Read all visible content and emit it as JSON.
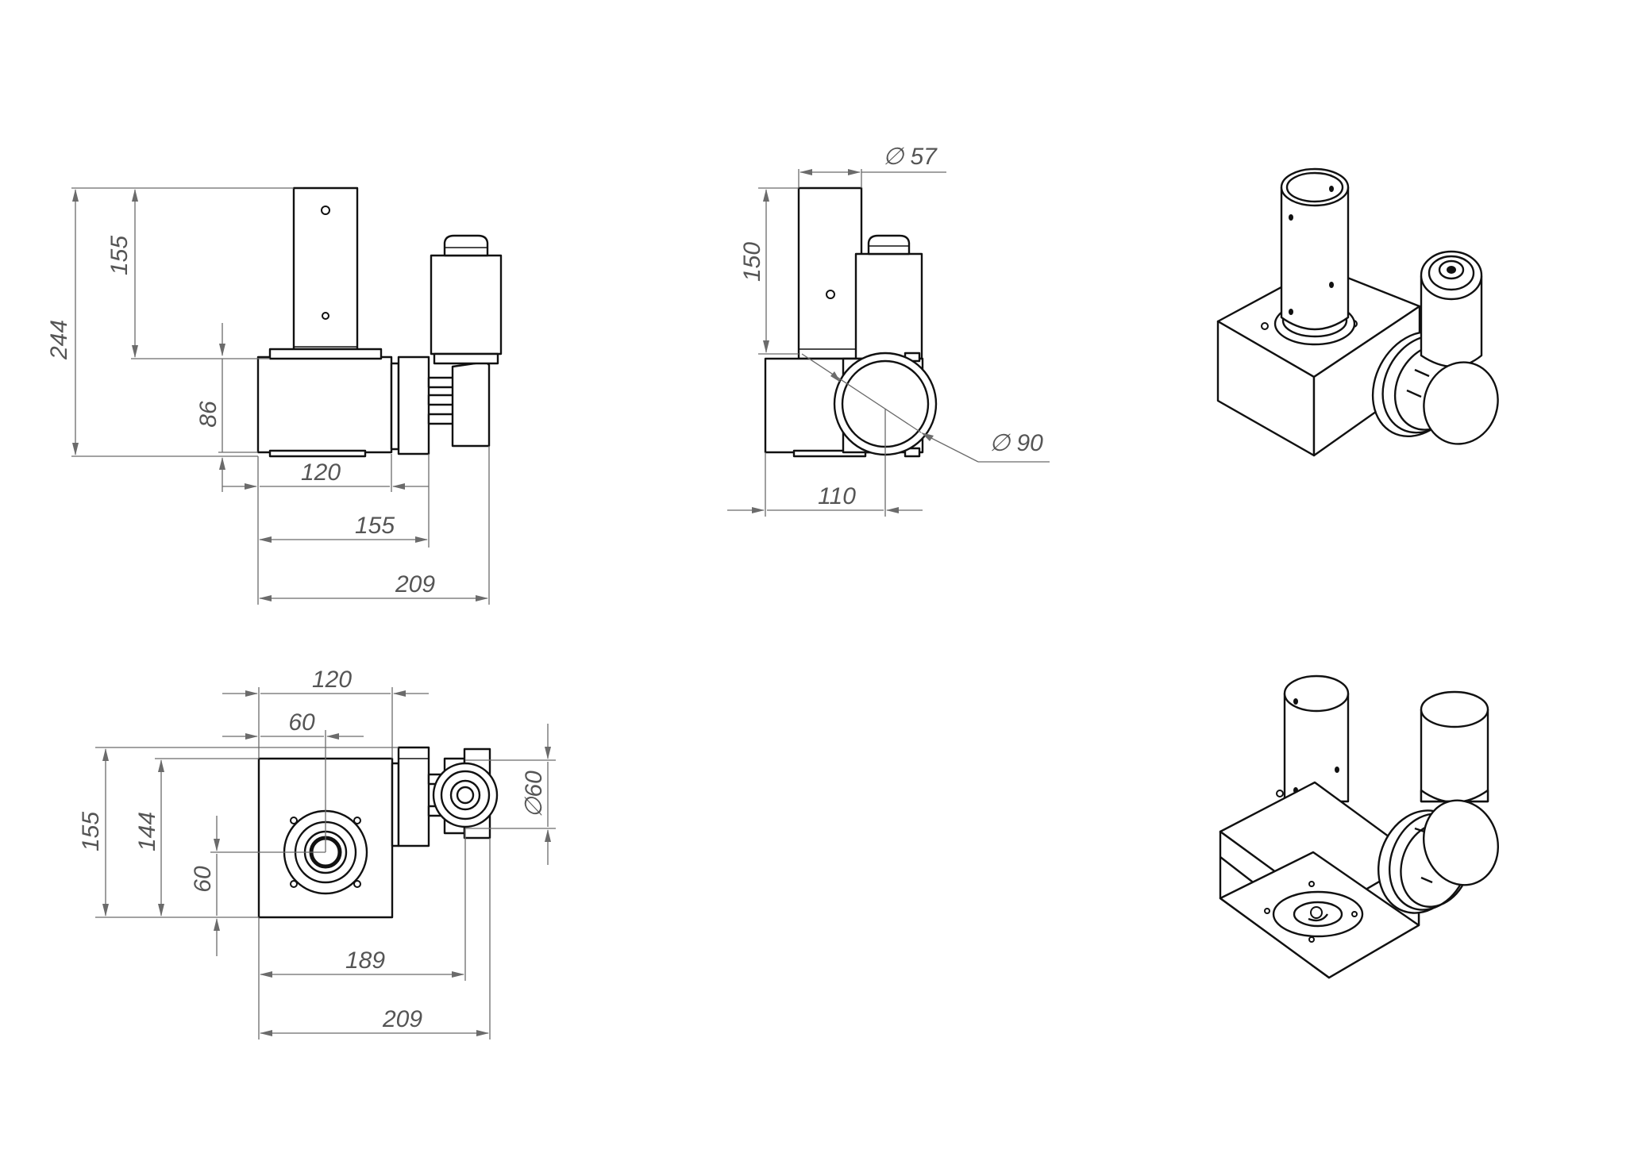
{
  "drawing": {
    "front_view": {
      "dimensions": {
        "overall_height": "244",
        "tube_height": "155",
        "body_height": "86",
        "body_width": "120",
        "width_to_flange": "155",
        "overall_width": "209"
      }
    },
    "side_view": {
      "dimensions": {
        "tube_diameter": "∅ 57",
        "tube_height": "150",
        "motor_diameter": "∅ 90",
        "width": "110"
      }
    },
    "top_view": {
      "dimensions": {
        "body_width": "120",
        "center_offset": "60",
        "overall_depth": "155",
        "body_depth": "144",
        "center_height": "60",
        "motor_diameter": "∅60",
        "width_to_motor": "189",
        "overall_width": "209"
      }
    },
    "iso_views": {
      "upper": "isometric-top",
      "lower": "isometric-bottom"
    }
  }
}
